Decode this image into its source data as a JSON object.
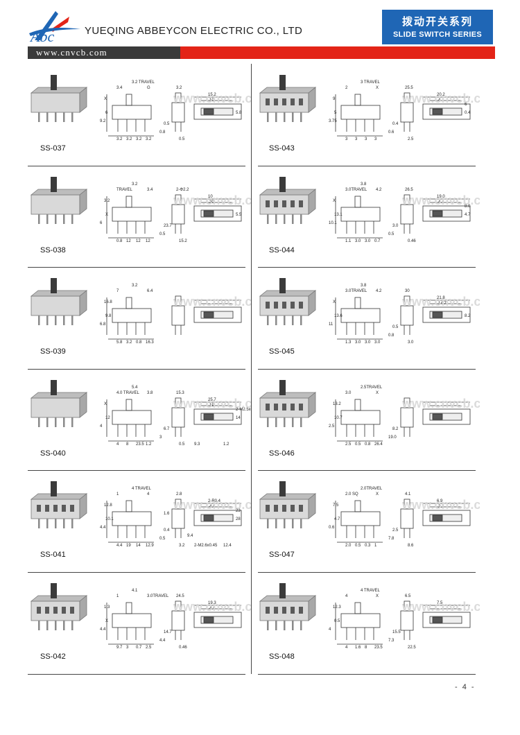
{
  "header": {
    "company": "YUEQING ABBEYCON ELECTRIC CO., LTD",
    "series_cn": "拨动开关系列",
    "series_en": "SLIDE SWITCH SERIES",
    "url": "www.cnvcb.com",
    "brand_colors": {
      "red": "#e32417",
      "blue": "#1f66b5",
      "dark": "#3a3a3a"
    }
  },
  "products": [
    {
      "model": "SS-037",
      "dims": [
        "3.2 TRAVEL",
        "3.4",
        "G",
        "X",
        "6",
        "9.2",
        "3.2",
        "3.2",
        "3.2",
        "3.2",
        "0.8",
        "0.5",
        "0.5",
        "3.2",
        "15.2",
        "10",
        "5.8"
      ]
    },
    {
      "model": "SS-043",
      "dims": [
        "3 TRAVEL",
        "2",
        "X",
        "9",
        "5",
        "3.75",
        "3",
        "3",
        "3",
        "3",
        "0.6",
        "0.4",
        "2.5",
        "25.5",
        "20.2",
        "4",
        "0.4",
        "6"
      ]
    },
    {
      "model": "SS-038",
      "dims": [
        "3.2",
        "TRAVEL",
        "3.4",
        "3.2",
        "X",
        "6",
        "0.8",
        "12",
        "12",
        "12",
        "0.5",
        "23.7",
        "15.2",
        "2-Φ2.2",
        "10",
        "20",
        "5.5"
      ]
    },
    {
      "model": "SS-044",
      "dims": [
        "3.8",
        "3.0TRAVEL",
        "4.2",
        "X",
        "13.1",
        "10.1",
        "1.1",
        "3.0",
        "3.0",
        "0.7",
        "0.5",
        "3.0",
        "0.46",
        "26.5",
        "19.0",
        "4.4",
        "4.7",
        "8.0"
      ]
    },
    {
      "model": "SS-039",
      "dims": [
        "3.2",
        "7",
        "6.4",
        "16.8",
        "9.8",
        "6.8",
        "5.8",
        "3.2",
        "0.8",
        "16.3"
      ]
    },
    {
      "model": "SS-045",
      "dims": [
        "3.8",
        "3.0TRAVEL",
        "4.2",
        "X",
        "13.6",
        "11",
        "1.3",
        "3.0",
        "3.0",
        "3.0",
        "0.8",
        "0.5",
        "3.0",
        "30",
        "21.8",
        "14.7",
        "8.2"
      ]
    },
    {
      "model": "SS-040",
      "dims": [
        "5.4",
        "4.0 TRAVEL",
        "3.8",
        "X",
        "12",
        "4",
        "4",
        "8",
        "23.5",
        "1.2",
        "3",
        "6.7",
        "0.5",
        "15.3",
        "25.7",
        "19",
        "14",
        "2-M2.5x0.45",
        "1.2",
        "9.3"
      ]
    },
    {
      "model": "SS-046",
      "dims": [
        "2.5TRAVEL",
        "3.0",
        "X",
        "13.2",
        "10.7",
        "2.5",
        "2.5",
        "0.5",
        "0.8",
        "26.4",
        "19.0",
        "8.2"
      ]
    },
    {
      "model": "SS-041",
      "dims": [
        "4 TRAVEL",
        "1",
        "4",
        "12.8",
        "10.1",
        "4.4",
        "4.4",
        "19",
        "14",
        "12.9",
        "0.5",
        "0.4",
        "3.2",
        "2.8",
        "2-R0.4",
        "4.6",
        "28",
        "23",
        "12.4",
        "2-M2.6x0.45",
        "1.6",
        "9.4"
      ]
    },
    {
      "model": "SS-047",
      "dims": [
        "2.0TRAVEL",
        "2.0 SQ",
        "X",
        "7.5",
        "4.7",
        "0.6",
        "2.0",
        "0.5",
        "0.3",
        "1",
        "7.8",
        "2.5",
        "8.6",
        "4.1",
        "6.9",
        "2.2"
      ]
    },
    {
      "model": "SS-042",
      "dims": [
        "4.1",
        "1",
        "3.0TRAVEL",
        "1.3",
        "X",
        "4.4",
        "9.7",
        "3",
        "0.7",
        "2.5",
        "4.4",
        "14.7",
        "0.46",
        "24.5",
        "19.3",
        "4.0"
      ]
    },
    {
      "model": "SS-048",
      "dims": [
        "4 TRAVEL",
        "4",
        "X",
        "12.3",
        "0.5",
        "4",
        "4",
        "1.6",
        "8",
        "23.5",
        "7.3",
        "15.5",
        "22.5",
        "6.5",
        "7.5"
      ]
    }
  ],
  "page_number": "- 4 -"
}
